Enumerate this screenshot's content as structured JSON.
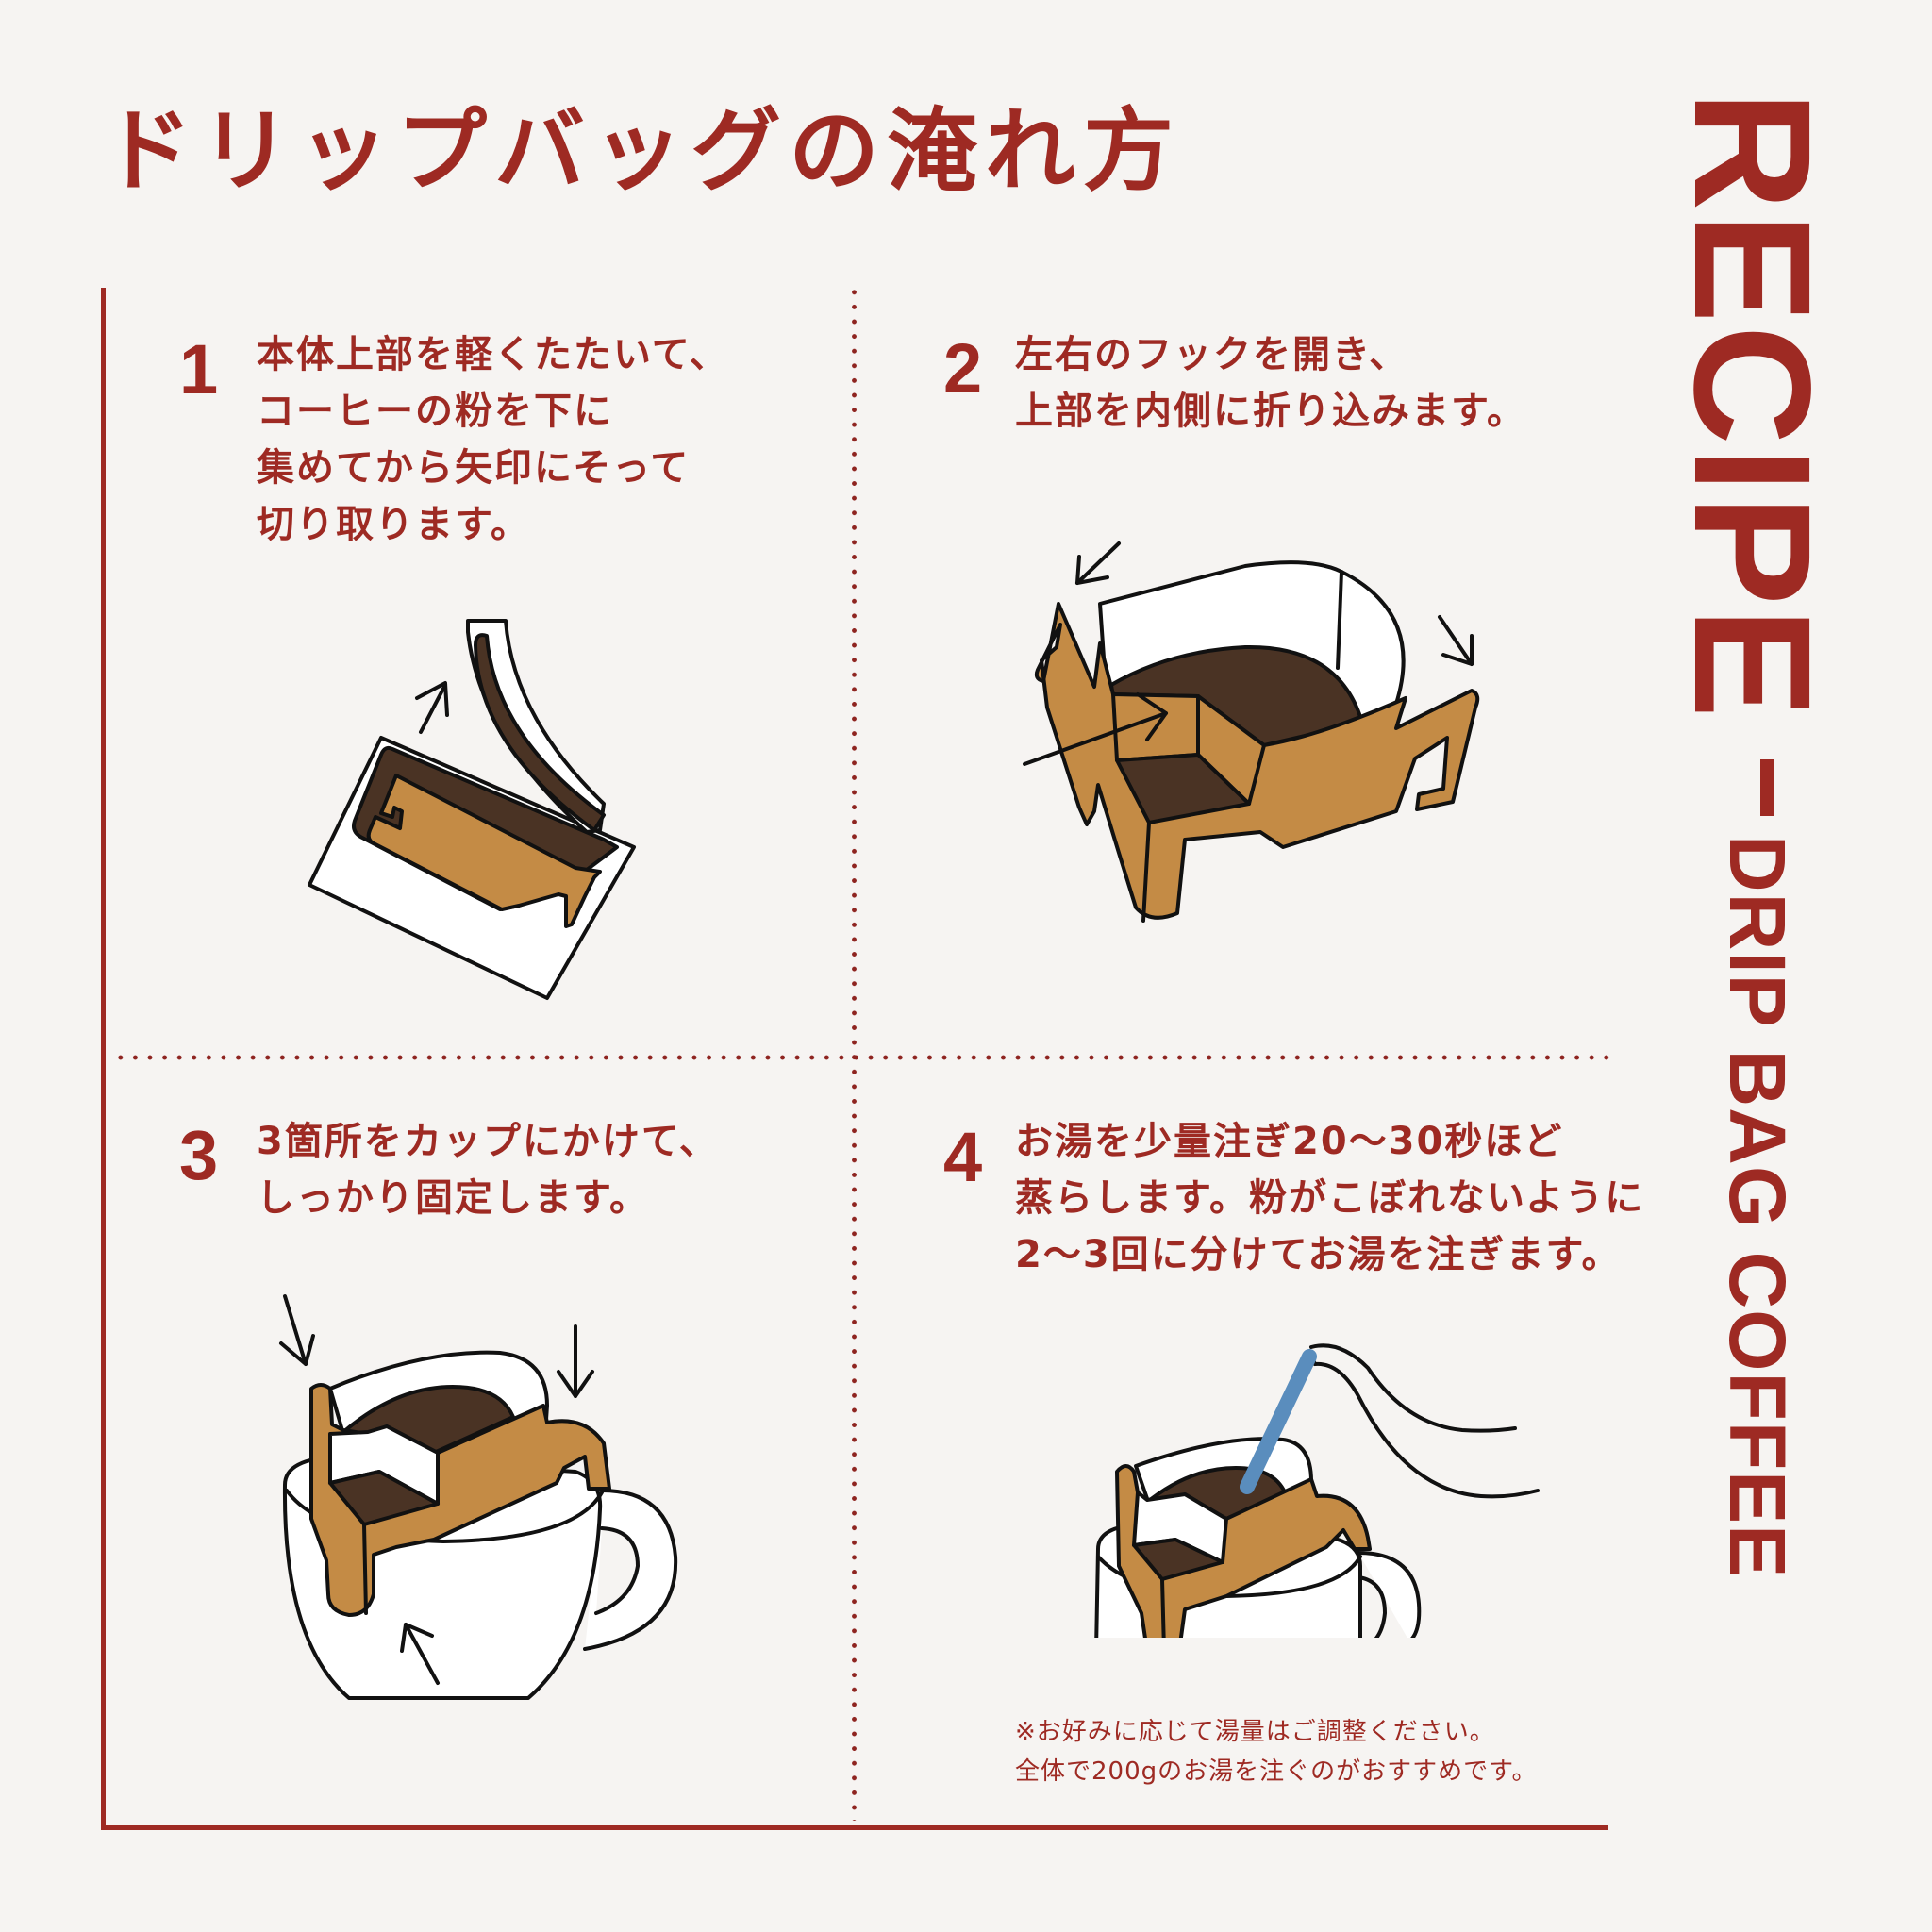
{
  "title": "ドリップバッグの淹れ方",
  "side_label": {
    "main": "RECIPE",
    "separator": "—",
    "sub": "DRIP BAG COFFEE"
  },
  "steps": [
    {
      "number": "1",
      "text": "本体上部を軽くたたいて、\nコーヒーの粉を下に\n集めてから矢印にそって\n切り取ります。",
      "illustration": "drip-bag-tear-open"
    },
    {
      "number": "2",
      "text": "左右のフックを開き、\n上部を内側に折り込みます。",
      "illustration": "drip-bag-open-hooks"
    },
    {
      "number": "3",
      "text": "3箇所をカップにかけて、\nしっかり固定します。",
      "illustration": "drip-bag-on-cup"
    },
    {
      "number": "4",
      "text": "お湯を少量注ぎ20〜30秒ほど\n蒸らします。粉がこぼれないように\n2〜3回に分けてお湯を注ぎます。",
      "illustration": "kettle-pouring-water"
    }
  ],
  "note": "※お好みに応じて湯量はご調整ください。\n全体で200gのお湯を注ぐのがおすすめです。",
  "colors": {
    "accent": "#9e2a23",
    "background": "#f6f4f2",
    "coffee_light": "#c48b45",
    "coffee_dark": "#4a3324",
    "water": "#5a8dbd",
    "outline": "#111111"
  }
}
